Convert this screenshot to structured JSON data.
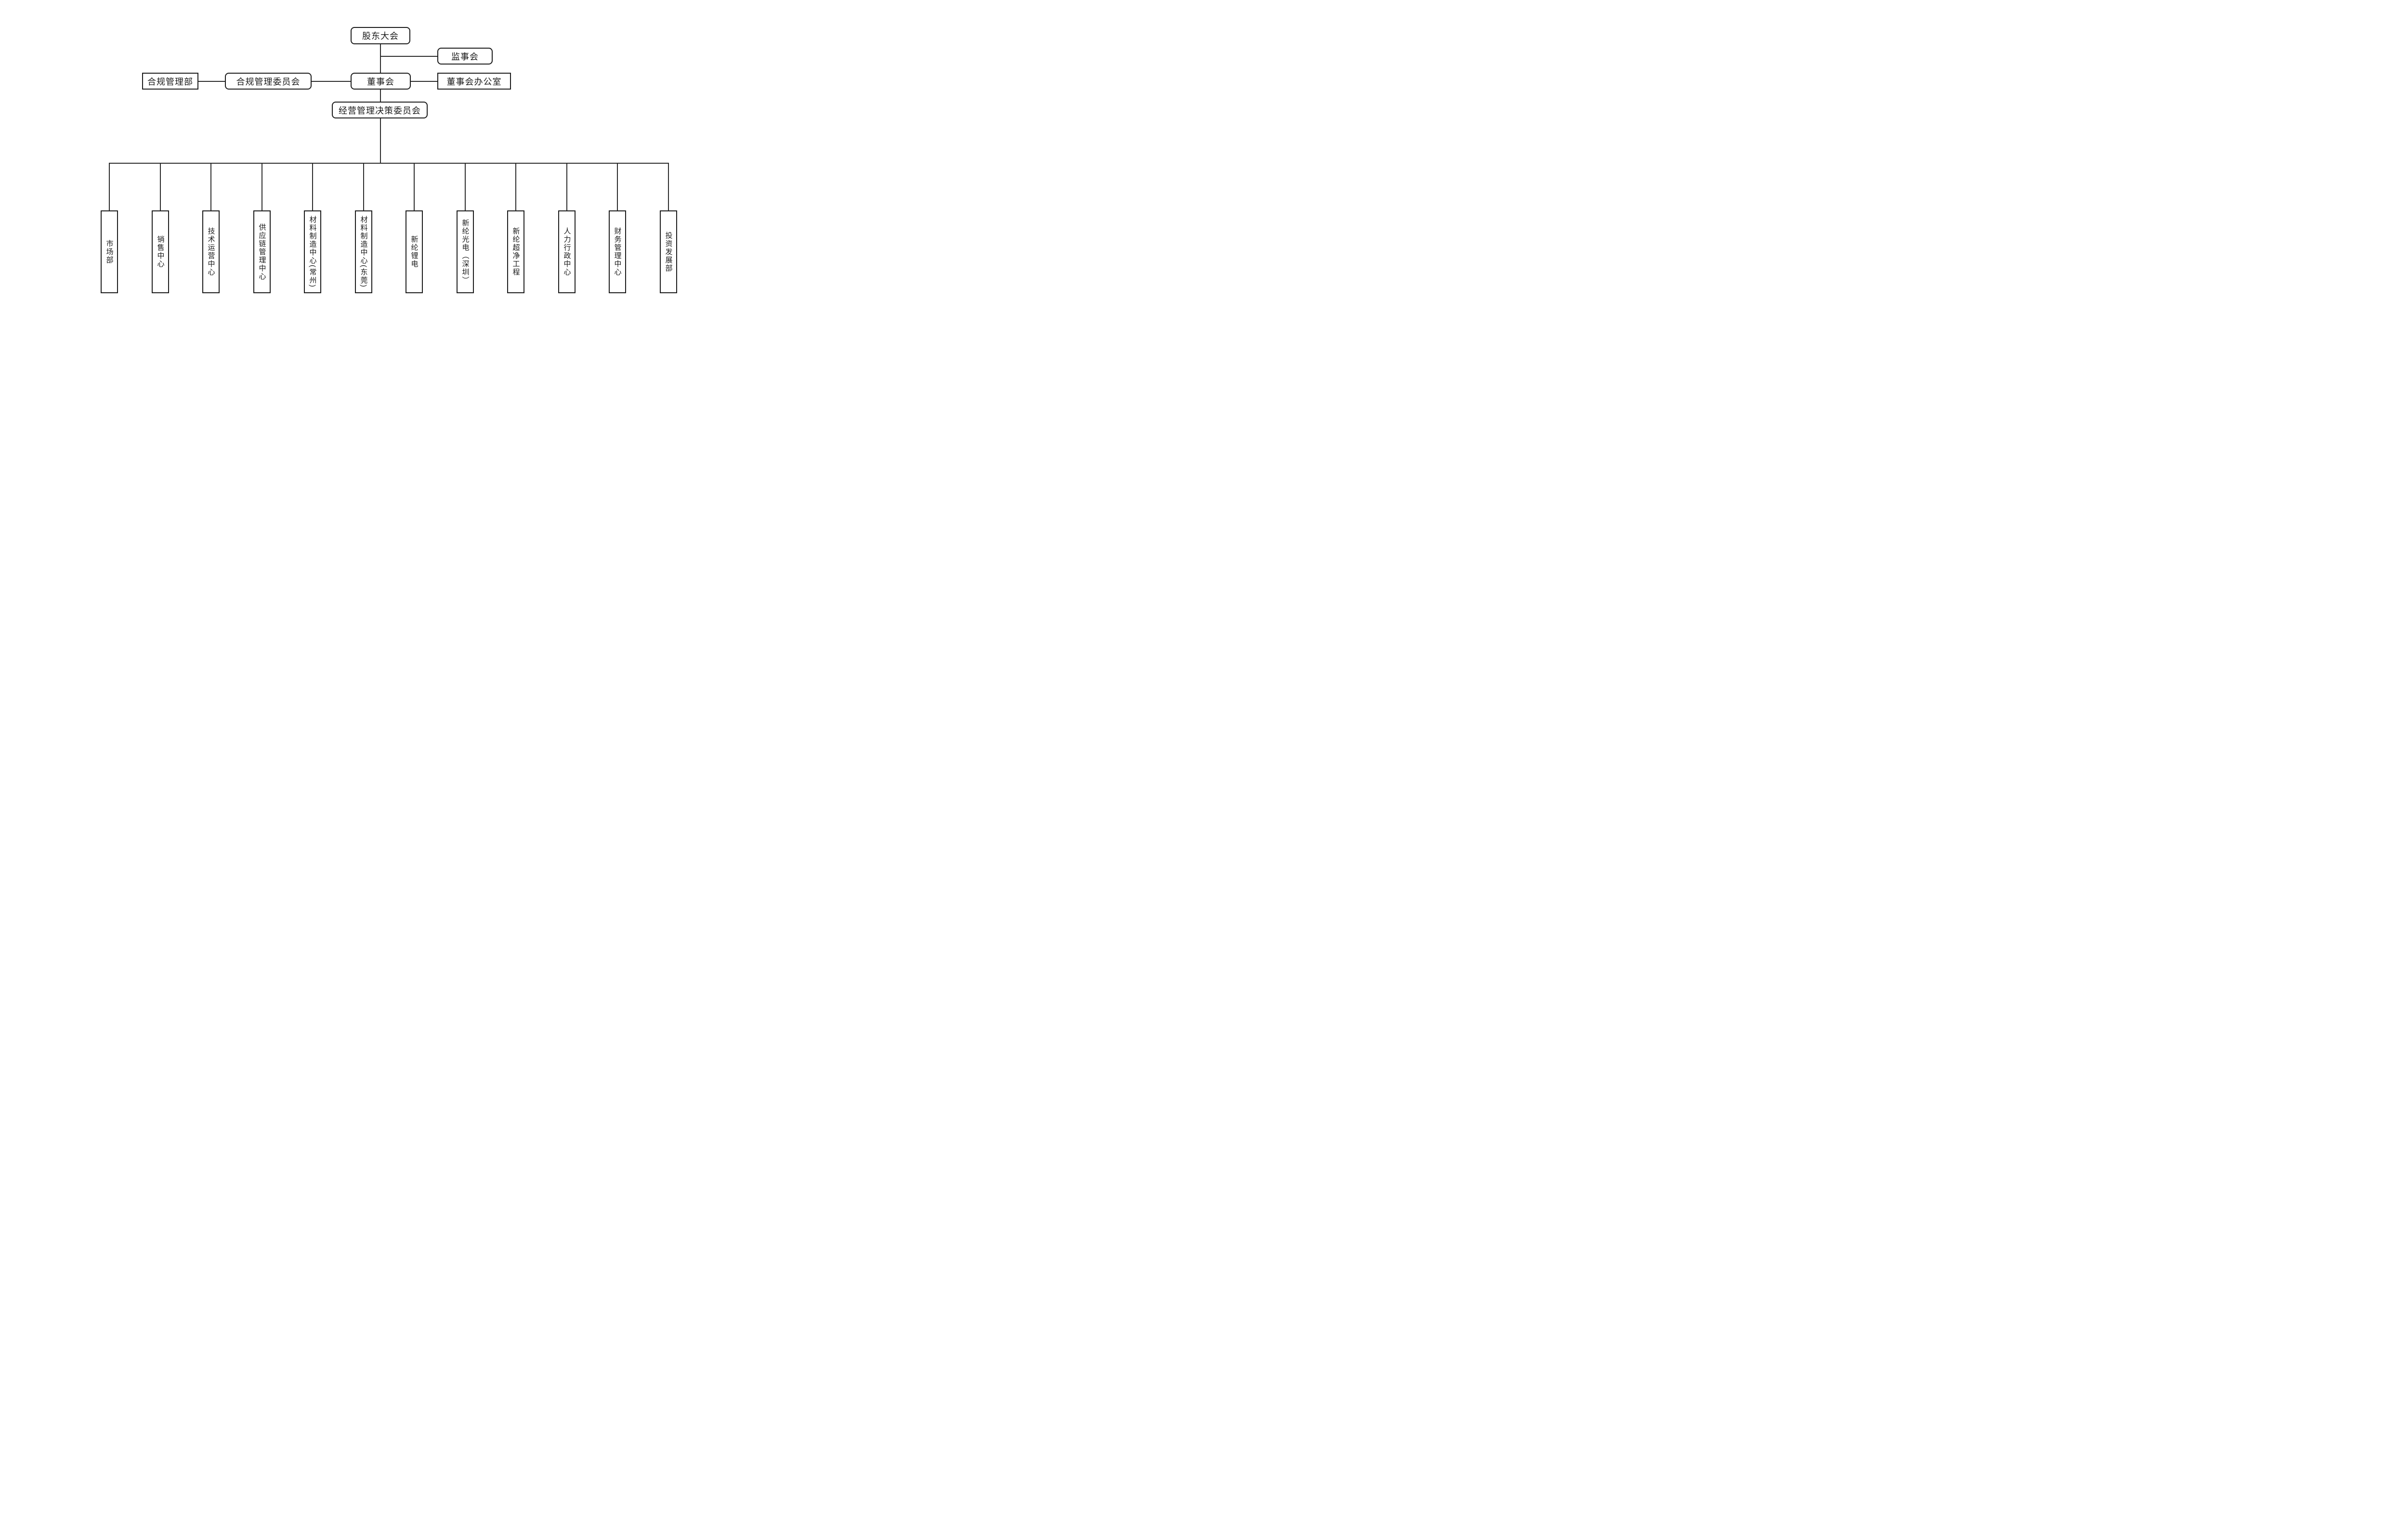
{
  "org_chart": {
    "nodes": {
      "shareholders_meeting": "股东大会",
      "supervisory_board": "监事会",
      "compliance_dept": "合规管理部",
      "compliance_committee": "合规管理委员会",
      "board_of_directors": "董事会",
      "board_office": "董事会办公室",
      "management_decision_committee": "经营管理决策委员会",
      "departments": [
        {
          "label": "市场部"
        },
        {
          "label": "销售中心"
        },
        {
          "label": "技术运营中心"
        },
        {
          "label": "供应链管理中心"
        },
        {
          "label": "材料制造中心(常州)"
        },
        {
          "label": "材料制造中心(东莞)"
        },
        {
          "label": "新纶锂电"
        },
        {
          "label": "新纶光电（深圳）"
        },
        {
          "label": "新纶超净工程"
        },
        {
          "label": "人力行政中心"
        },
        {
          "label": "财务管理中心"
        },
        {
          "label": "投资发展部"
        }
      ]
    },
    "edges": [
      {
        "from": "shareholders_meeting",
        "to": "board_of_directors"
      },
      {
        "from": "shareholders_meeting",
        "to": "supervisory_board"
      },
      {
        "from": "compliance_dept",
        "to": "compliance_committee"
      },
      {
        "from": "compliance_committee",
        "to": "board_of_directors"
      },
      {
        "from": "board_of_directors",
        "to": "board_office"
      },
      {
        "from": "board_of_directors",
        "to": "management_decision_committee"
      },
      {
        "from": "management_decision_committee",
        "to": "all_departments"
      }
    ],
    "colors": {
      "background": "#ffffff",
      "box_fill": "#ffffff",
      "box_border": "#1c1c1c",
      "connector": "#2b2b2b",
      "text": "#1a1a1a"
    }
  }
}
